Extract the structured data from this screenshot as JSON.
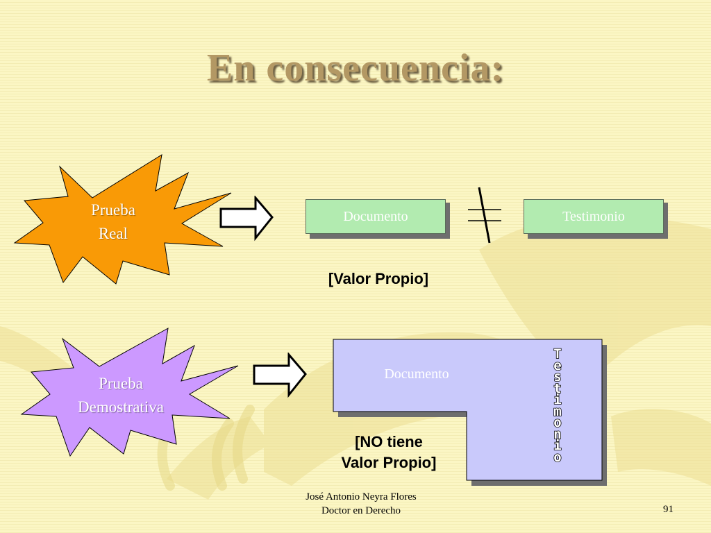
{
  "slide": {
    "title": "En consecuencia:",
    "page_number": "91"
  },
  "real": {
    "star_line1": "Prueba",
    "star_line2": "Real",
    "box_documento": "Documento",
    "box_testimonio": "Testimonio",
    "note": "[Valor Propio]"
  },
  "demostrativa": {
    "star_line1": "Prueba",
    "star_line2": "Demostrativa",
    "box_documento": "Documento",
    "vertical_label": [
      "T",
      "e",
      "s",
      "t",
      "i",
      "m",
      "o",
      "n",
      "i",
      "o"
    ],
    "note_line1": "[NO tiene",
    "note_line2": "Valor Propio]"
  },
  "footer": {
    "author": "José Antonio Neyra Flores",
    "role": "Doctor en Derecho"
  },
  "colors": {
    "background": "#fbf6c4",
    "title": "#b39864",
    "orange_star": "#f99a06",
    "purple_star": "#cc99ff",
    "green_box": "#b2ebb0",
    "lavender_box": "#c9c9fb"
  }
}
